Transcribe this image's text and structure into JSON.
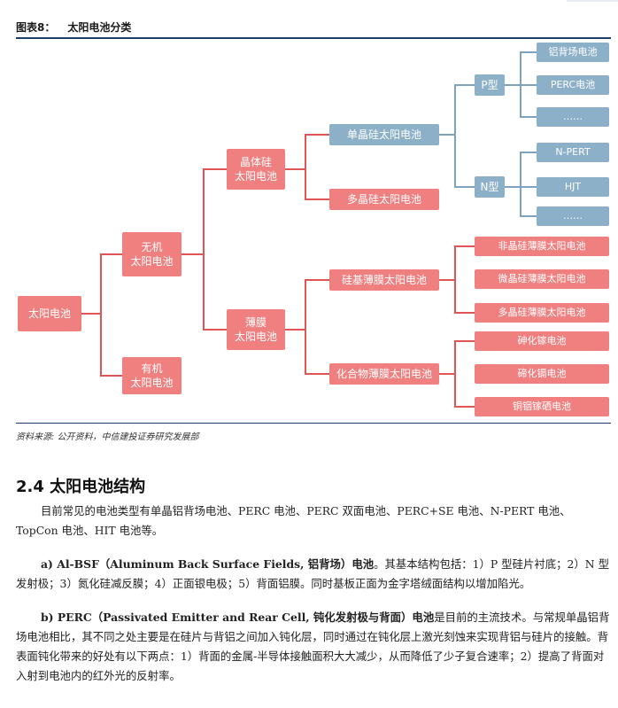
{
  "figure": {
    "label": "图表8：",
    "title": "太阳电池分类",
    "source": "资料来源: 公开资料，中信建投证券研究发展部"
  },
  "diagram": {
    "root": "太阳电池",
    "inorganic": "无机\n太阳电池",
    "organic": "有机\n太阳电池",
    "crystalline": "晶体硅\n太阳电池",
    "thinfilm": "薄膜\n太阳电池",
    "mono": "单晶硅太阳电池",
    "multi": "多晶硅太阳电池",
    "silicon_thin": "硅基薄膜太阳电池",
    "compound_thin": "化合物薄膜太阳电池",
    "p_type": "P型",
    "n_type": "N型",
    "p_items": [
      "铝背场电池",
      "PERC电池",
      "……"
    ],
    "n_items": [
      "N-PERT",
      "HJT",
      "……"
    ],
    "si_thin_items": [
      "非晶硅薄膜太阳电池",
      "微晶硅薄膜太阳电池",
      "多晶硅薄膜太阳电池"
    ],
    "compound_items": [
      "砷化镓电池",
      "碲化镉电池",
      "铜铟镓硒电池"
    ],
    "colors": {
      "red": "#f08080",
      "blue": "#8db0c9",
      "line_red": "#e05555",
      "line_blue": "#7fa3bf"
    }
  },
  "section": {
    "heading": "2.4 太阳电池结构",
    "intro": "目前常见的电池类型有单晶铝背场电池、PERC 电池、PERC 双面电池、PERC+SE 电池、N-PERT 电池、TopCon 电池、HIT 电池等。",
    "a_lead": "a) Al-BSF（Aluminum Back Surface Fields, 铝背场）电池",
    "a_text": "。其基本结构包括：1）P 型硅片衬底；2）N 型发射极；3）氮化硅减反膜；4）正面银电极；5）背面铝膜。同时基板正面为金字塔绒面结构以增加陷光。",
    "b_lead": "b) PERC（Passivated Emitter and Rear Cell, 钝化发射极与背面）电池",
    "b_text": "是目前的主流技术。与常规单晶铝背场电池相比，其不同之处主要是在硅片与背铝之间加入钝化层，同时通过在钝化层上激光刻蚀来实现背铝与硅片的接触。背表面钝化带来的好处有以下两点：1）背面的金属-半导体接触面积大大减少，从而降低了少子复合速率；2）提高了背面对入射到电池内的红外光的反射率。"
  }
}
